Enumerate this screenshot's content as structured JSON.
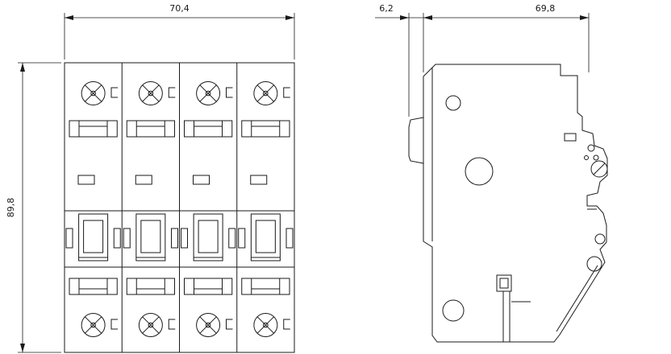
{
  "front_view": {
    "width_label": "70,4",
    "height_label": "89,8",
    "poles": 4
  },
  "side_view": {
    "front_offset_label": "6,2",
    "depth_label": "69,8"
  },
  "colors": {
    "line": "#1a1a1a",
    "background": "#ffffff"
  }
}
